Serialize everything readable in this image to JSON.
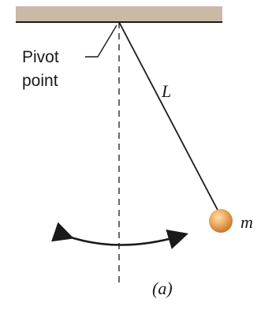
{
  "diagram": {
    "pivot_label_line1": "Pivot",
    "pivot_label_line2": "point",
    "length_label": "L",
    "mass_label": "m",
    "caption": "(a)",
    "colors": {
      "ceiling": "#c9b9a6",
      "bob_light": "#f6c47f",
      "bob_dark": "#c9823a",
      "line": "#1a1a1a"
    }
  }
}
